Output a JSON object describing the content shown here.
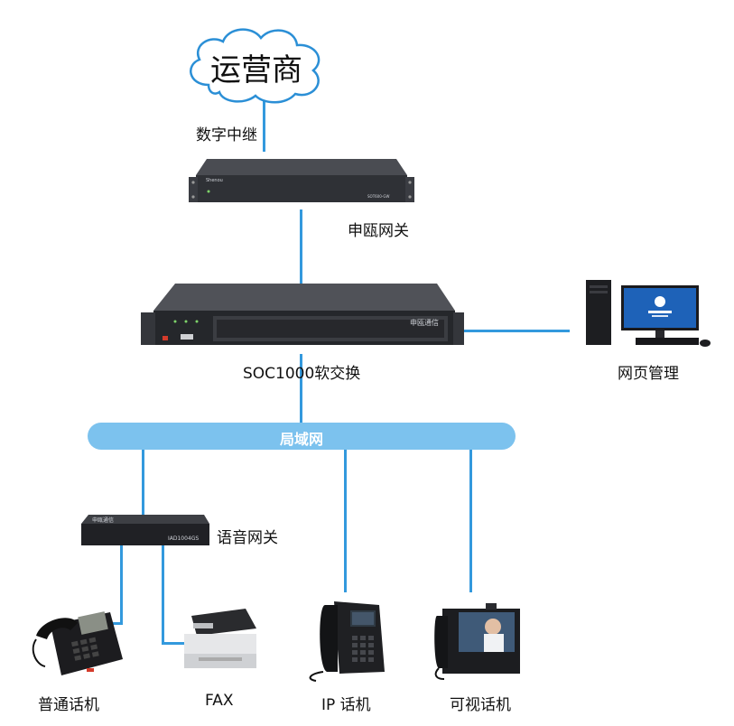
{
  "carrier": {
    "label": "运营商"
  },
  "trunk": {
    "label": "数字中继"
  },
  "gateway": {
    "label": "申瓯网关",
    "brand_text": "Shenou",
    "model_text": "SOT600-GW"
  },
  "softswitch": {
    "label": "SOC1000软交换",
    "front_text": "申瓯通信"
  },
  "web_admin": {
    "label": "网页管理"
  },
  "lan": {
    "label": "局域网"
  },
  "voice_gateway": {
    "label": "语音网关",
    "front_text": "申瓯通信",
    "model_text": "IAD1004GS"
  },
  "endpoints": [
    {
      "label": "普通话机"
    },
    {
      "label": "FAX"
    },
    {
      "label": "IP 话机"
    },
    {
      "label": "可视话机"
    }
  ],
  "colors": {
    "link": "#3399dd",
    "lan_bar": "#7cc2ee",
    "lan_text": "#ffffff"
  }
}
